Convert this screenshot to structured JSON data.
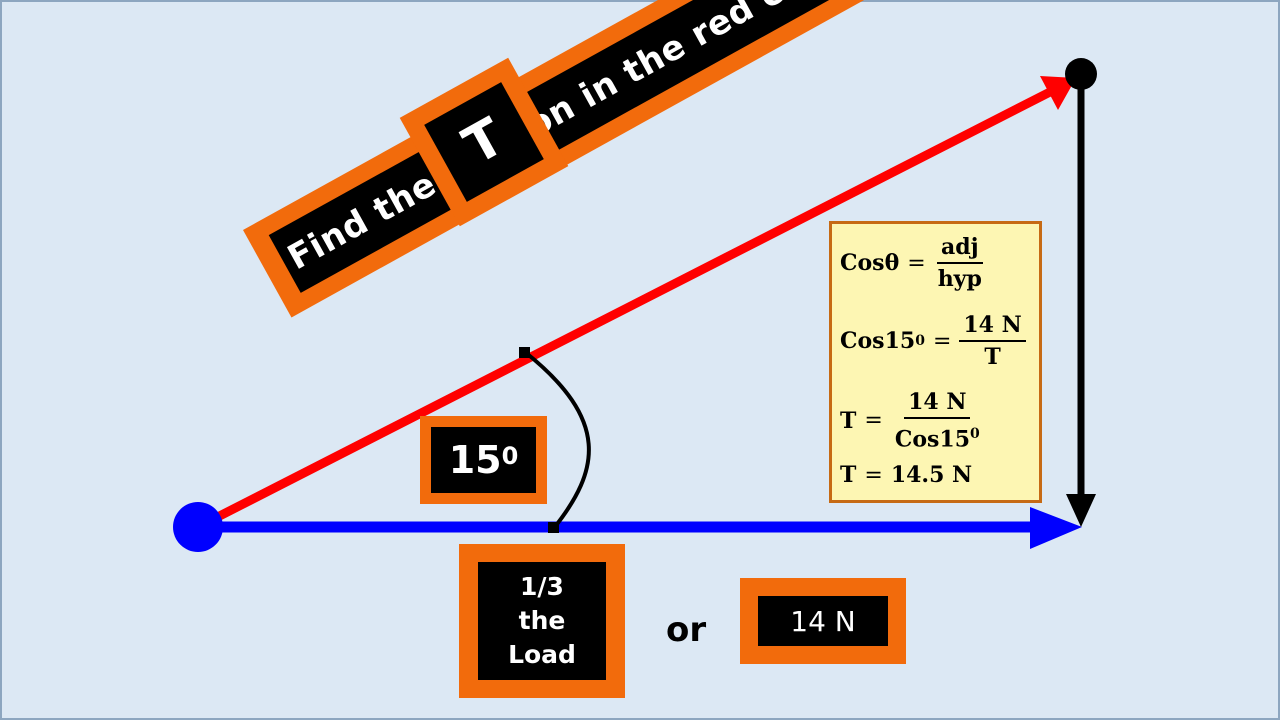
{
  "banner_text": "Find the tension in the red chord!",
  "tension_label": "T",
  "angle": {
    "value": "15",
    "unit": "0"
  },
  "load_box": [
    "1/3",
    "the",
    "Load"
  ],
  "or_text": "or",
  "force_label": "14 N",
  "formula": {
    "line1": {
      "lhs": "Cosθ",
      "num": "adj",
      "den": "hyp"
    },
    "line2": {
      "lhs": "Cos15",
      "sup": "0",
      "num": "14 N",
      "den": "T"
    },
    "line3": {
      "lhs": "T",
      "num": "14 N",
      "den": "Cos15",
      "den_sup": "0"
    },
    "line4": {
      "lhs": "T",
      "rhs": "14.5 N"
    }
  },
  "colors": {
    "background": "#dce8f4",
    "tension_vector": "#ff0000",
    "horizontal_vector": "#0000ff",
    "vertical_vector": "#000000",
    "box_frame": "#f26b0c",
    "formula_bg": "#fdf6b3"
  }
}
